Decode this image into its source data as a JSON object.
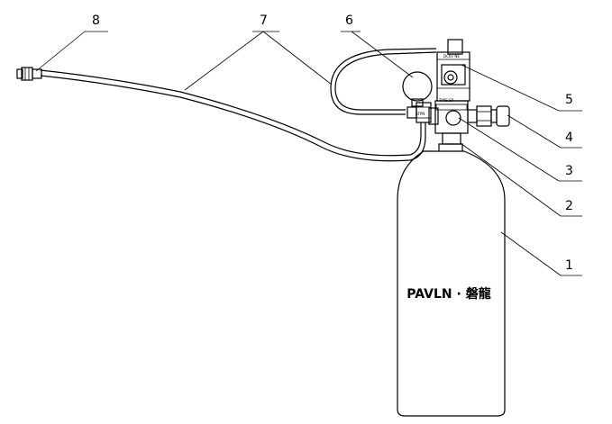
{
  "callouts": {
    "c1": "1",
    "c2": "2",
    "c3": "3",
    "c4": "4",
    "c5": "5",
    "c6": "6",
    "c7": "7",
    "c8": "8"
  },
  "cylinder": {
    "brand_text": "PAVLN · 磐龍"
  },
  "colors": {
    "line": "#000000",
    "background": "#ffffff"
  }
}
